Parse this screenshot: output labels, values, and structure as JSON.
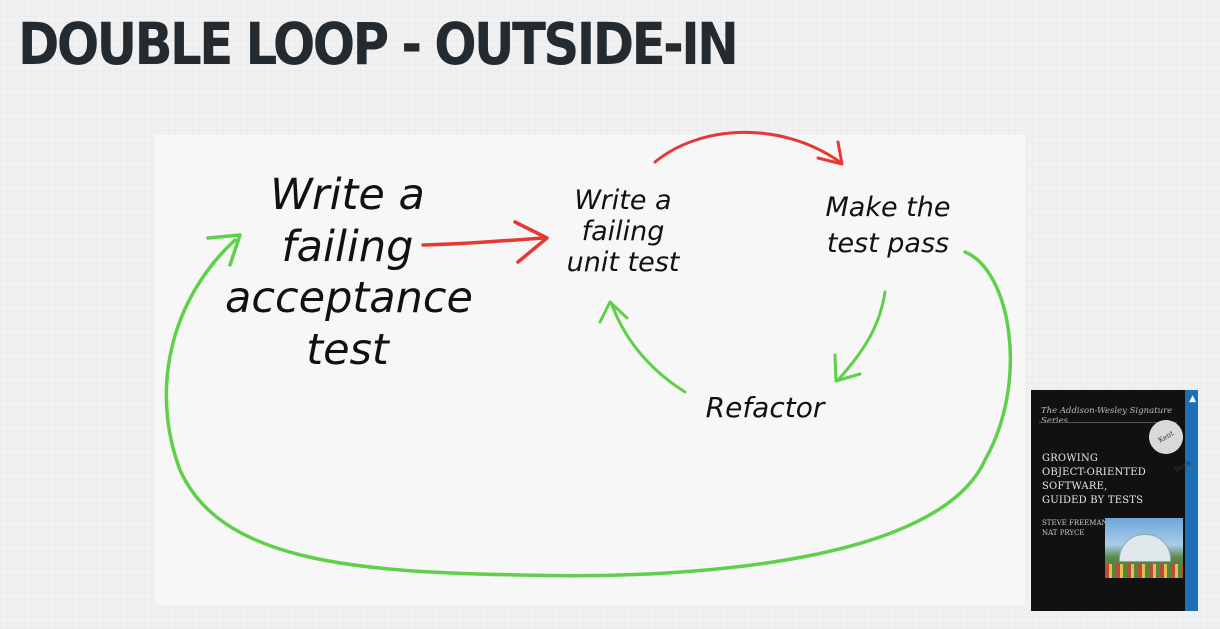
{
  "title": "DOUBLE LOOP - OUTSIDE-IN",
  "nodes": {
    "acceptance": [
      "Write a",
      "failing",
      "acceptance",
      "test"
    ],
    "unit": [
      "Write a",
      "failing",
      "unit test"
    ],
    "pass": [
      "Make the",
      "test pass"
    ],
    "refactor": "Refactor"
  },
  "book": {
    "series": "The Addison-Wesley Signature Series",
    "title_lines": [
      "Growing",
      "Object-Oriented",
      "Software,",
      "Guided by Tests"
    ],
    "authors": [
      "Steve Freeman",
      "Nat Pryce"
    ],
    "signature": "Kent Beck"
  },
  "colors": {
    "outer_loop": "#5fd04a",
    "inner_loop": "#5fd04a",
    "forward_arrow": "#e53935",
    "book_spine": "#1d6fb6"
  }
}
